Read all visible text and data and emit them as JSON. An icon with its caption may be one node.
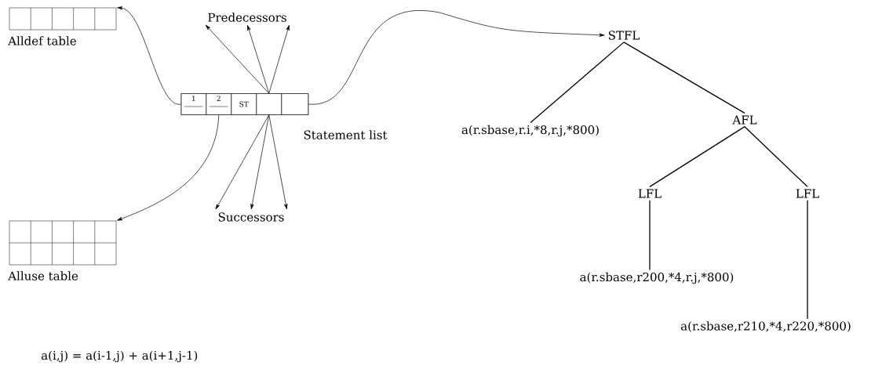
{
  "diagram": {
    "nodes": [
      {
        "text": [
          "Alldef table"
        ]
      },
      {
        "text": [
          "Predecessors"
        ]
      },
      {
        "text": [
          "Statement list"
        ]
      },
      {
        "text": [
          "1"
        ],
        "in": 2
      },
      {
        "text": [
          "2"
        ],
        "in": 2
      },
      {
        "text": [
          "ST"
        ],
        "in": 2
      },
      {
        "text": [],
        "shape": "box",
        "in": 2
      },
      {
        "text": [],
        "shape": "box",
        "in": 2
      },
      {
        "text": [
          "Successors"
        ]
      },
      {
        "text": [
          "Alluse table"
        ]
      },
      {
        "text": [
          "STFL"
        ]
      },
      {
        "text": [
          "a(r.sbase,r.i,*8,r.j,*800)"
        ]
      },
      {
        "text": [
          "AFL"
        ]
      },
      {
        "text": [
          "LFL"
        ]
      },
      {
        "text": [
          "LFL"
        ]
      },
      {
        "text": [
          "a(r.sbase,r200,*4,r.j,*800)"
        ]
      },
      {
        "text": [
          "a(r.sbase,r210,*4,r220,*800)"
        ]
      }
    ],
    "edges": [
      {
        "from": 3,
        "to": 0,
        "arrow": "to"
      },
      {
        "from": 4,
        "to": 9,
        "arrow": "to"
      },
      {
        "from": 6,
        "to": 1,
        "arrow": "to"
      },
      {
        "from": 6,
        "to": 1,
        "arrow": "to"
      },
      {
        "from": 6,
        "to": 1,
        "arrow": "to"
      },
      {
        "from": 6,
        "to": 8,
        "arrow": "to"
      },
      {
        "from": 6,
        "to": 8,
        "arrow": "to"
      },
      {
        "from": 6,
        "to": 8,
        "arrow": "to"
      },
      {
        "from": 7,
        "to": 10,
        "arrow": "to"
      },
      {
        "from": 10,
        "to": 11,
        "arrow": "none"
      },
      {
        "from": 10,
        "to": 12,
        "arrow": "none"
      },
      {
        "from": 12,
        "to": 13,
        "arrow": "none"
      },
      {
        "from": 12,
        "to": 14,
        "arrow": "none"
      },
      {
        "from": 13,
        "to": 15,
        "arrow": "none"
      },
      {
        "from": 14,
        "to": 16,
        "arrow": "none"
      }
    ],
    "labels": [
      "a(i,j) = a(i-1,j) + a(i+1,j-1)"
    ]
  }
}
